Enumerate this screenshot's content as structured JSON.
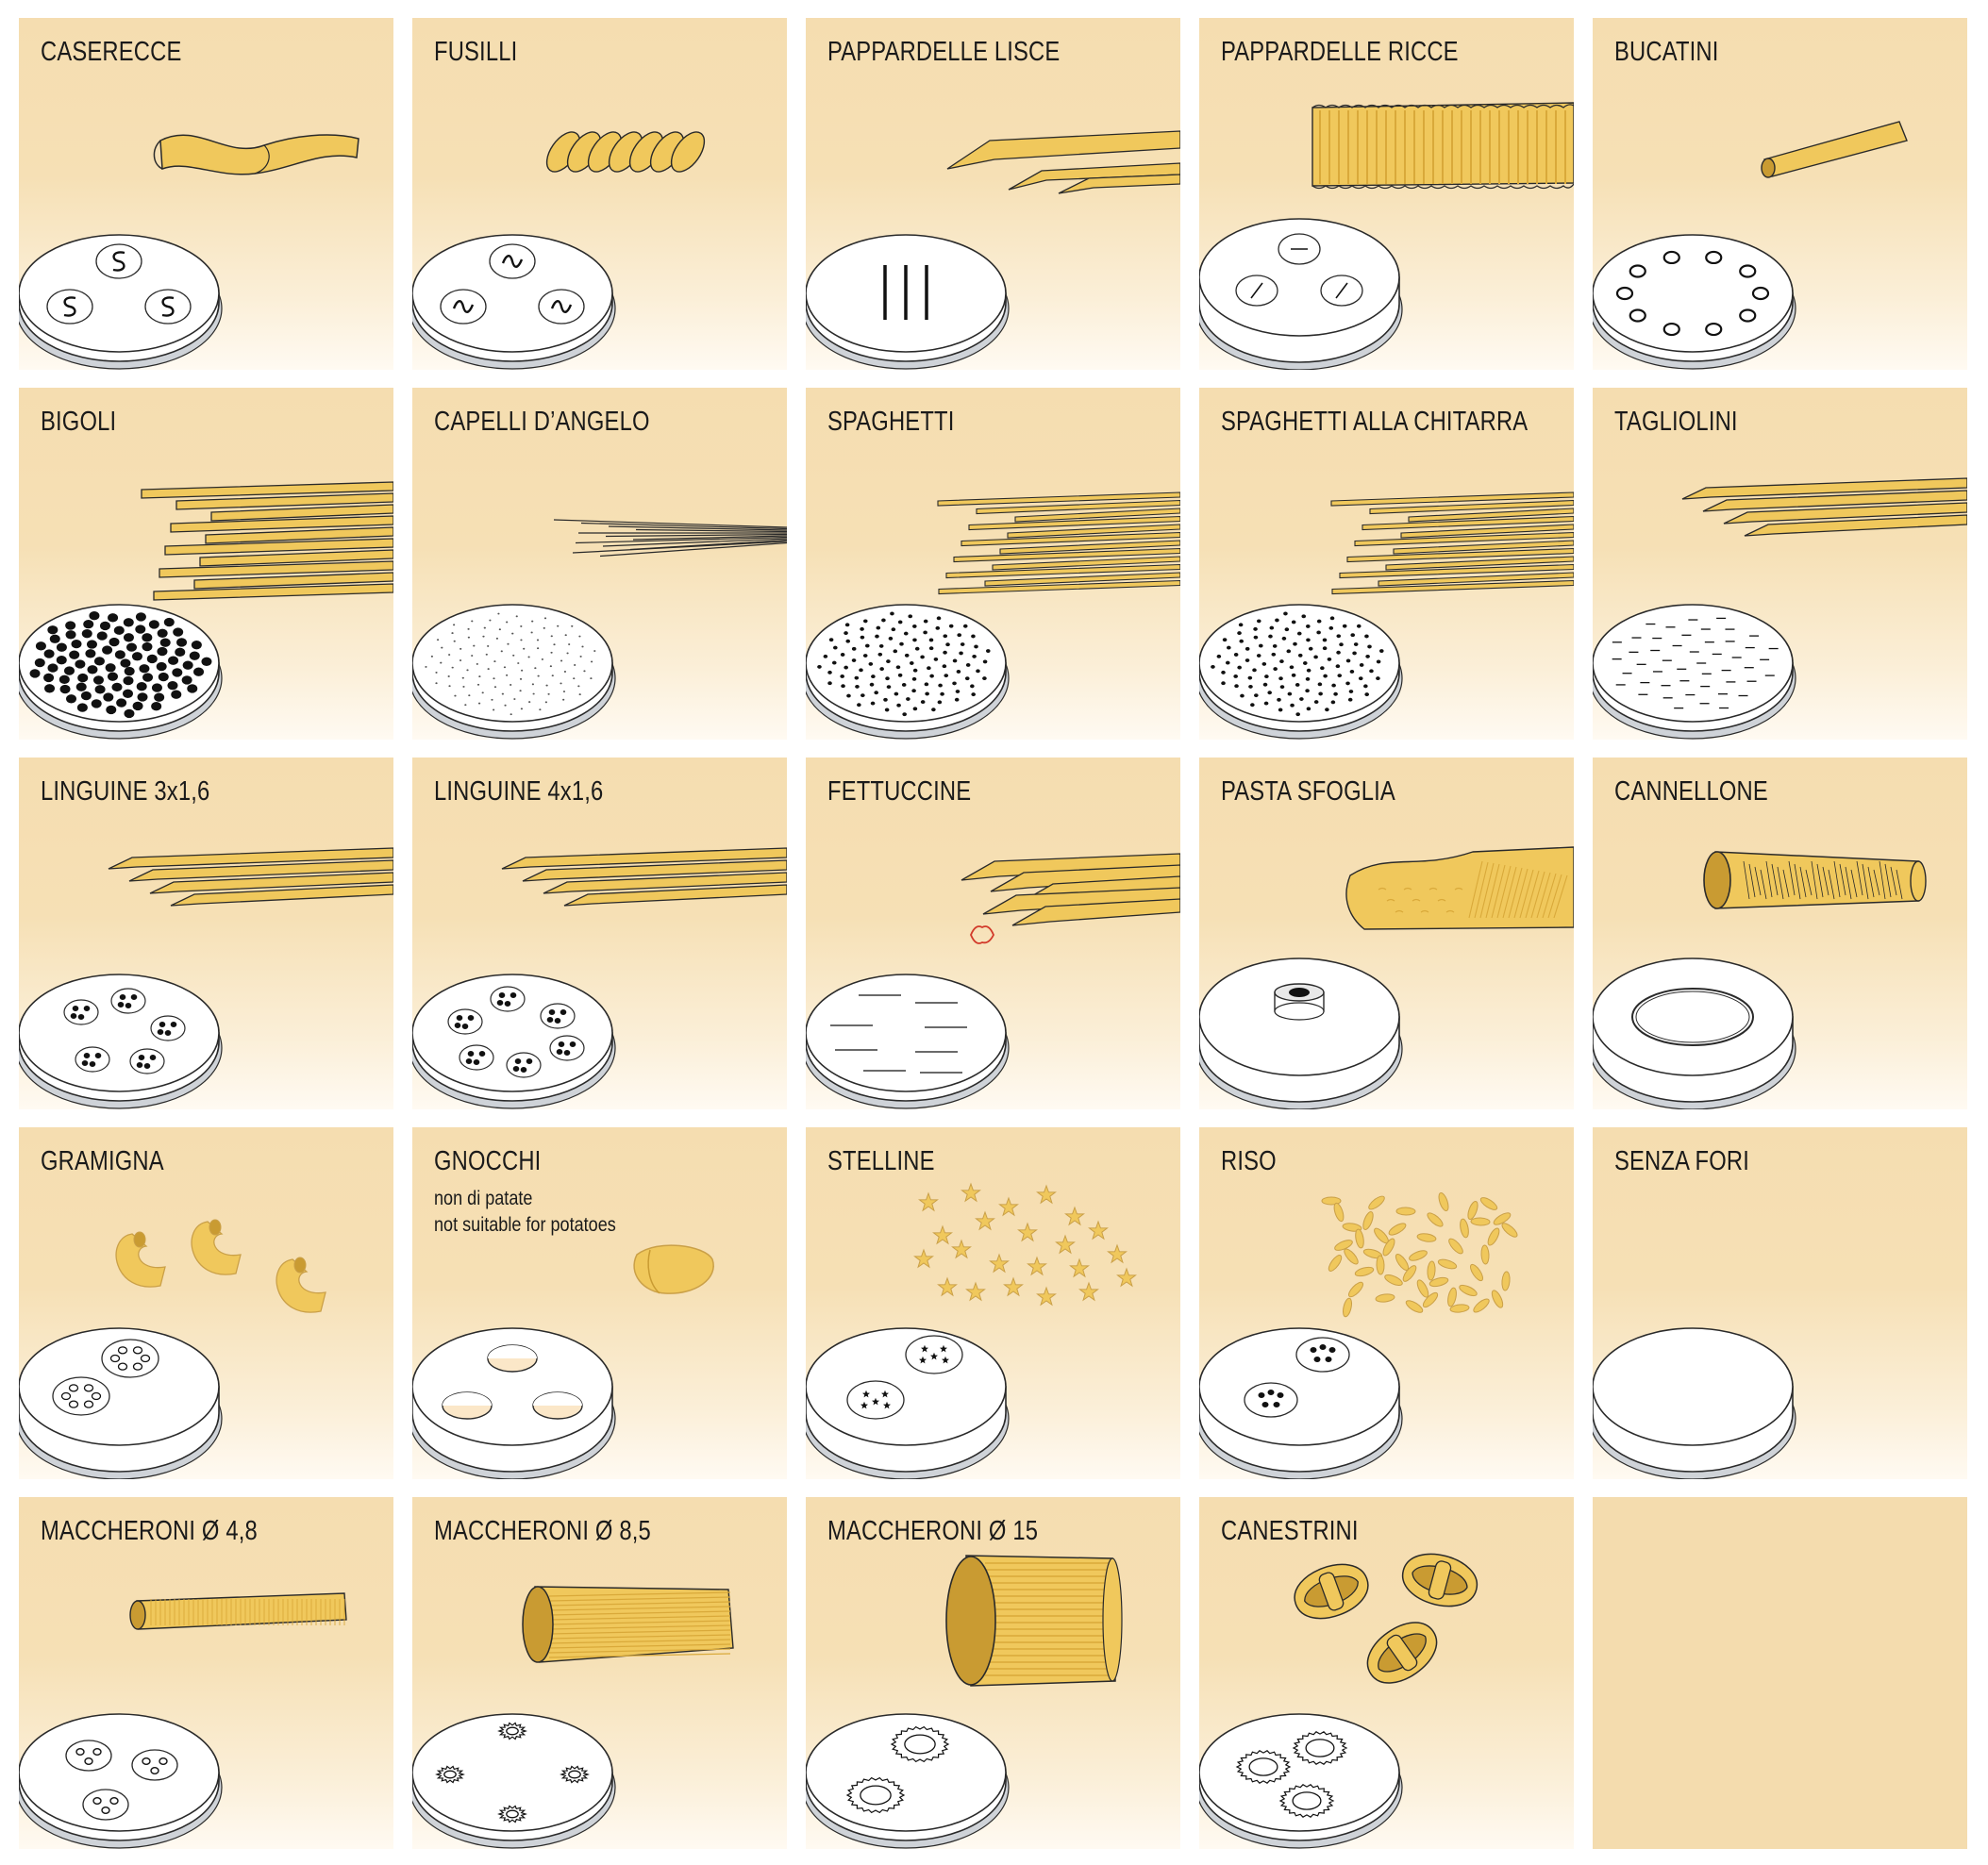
{
  "colors": {
    "background": "#f5ddb0",
    "pasta": "#f0c85c",
    "pasta_dark": "#d9a93a",
    "die": "#ffffff",
    "die_rim": "#cfd3d8",
    "outline": "#2a2a2a",
    "hole": "#111111"
  },
  "tiles": [
    {
      "title": "CASERECCE",
      "pasta": "caserecce",
      "die": "s-slots"
    },
    {
      "title": "FUSILLI",
      "pasta": "fusilli",
      "die": "spiral-slots"
    },
    {
      "title": "PAPPARDELLE  LISCE",
      "pasta": "ribbons-wide",
      "die": "vertical-slots"
    },
    {
      "title": "PAPPARDELLE  RICCE",
      "pasta": "ricce",
      "die": "thick-three-slots"
    },
    {
      "title": "BUCATINI",
      "pasta": "bucatini",
      "die": "ring-holes"
    },
    {
      "title": "BIGOLI",
      "pasta": "strands-thick",
      "die": "big-dots"
    },
    {
      "title": "CAPELLI D’ANGELO",
      "pasta": "strands-hair",
      "die": "tiny-dots"
    },
    {
      "title": "SPAGHETTI",
      "pasta": "strands",
      "die": "small-dots"
    },
    {
      "title": "SPAGHETTI ALLA CHITARRA",
      "pasta": "strands",
      "die": "small-dots"
    },
    {
      "title": "TAGLIOLINI",
      "pasta": "flat-strands",
      "die": "dashes"
    },
    {
      "title": "LINGUINE 3x1,6",
      "pasta": "flat-strands",
      "die": "cluster-five"
    },
    {
      "title": "LINGUINE 4x1,6",
      "pasta": "flat-strands",
      "die": "cluster-six"
    },
    {
      "title": "FETTUCCINE",
      "pasta": "ribbons",
      "die": "long-dashes"
    },
    {
      "title": "PASTA SFOGLIA",
      "pasta": "sheet",
      "die": "sfoglia"
    },
    {
      "title": "CANNELLONE",
      "pasta": "cannellone",
      "die": "ring-plate"
    },
    {
      "title": "GRAMIGNA",
      "pasta": "gramigna",
      "die": "gramigna"
    },
    {
      "title": "GNOCCHI",
      "subtitle": [
        "non di patate",
        "not suitable for potatoes"
      ],
      "pasta": "gnocco",
      "die": "three-holes"
    },
    {
      "title": "STELLINE",
      "pasta": "stars",
      "die": "star-clusters"
    },
    {
      "title": "RISO",
      "pasta": "rice",
      "die": "rice-clusters"
    },
    {
      "title": "SENZA FORI",
      "pasta": "none",
      "die": "blank"
    },
    {
      "title": "MACCHERONI  Ø 4,8",
      "pasta": "macc-small",
      "die": "macc-small"
    },
    {
      "title": "MACCHERONI  Ø 8,5",
      "pasta": "macc-mid",
      "die": "macc-mid"
    },
    {
      "title": "MACCHERONI  Ø 15",
      "pasta": "macc-big",
      "die": "macc-big"
    },
    {
      "title": "CANESTRINI",
      "pasta": "canestrini",
      "die": "canestrini"
    },
    {
      "title": "",
      "pasta": "none",
      "die": "none"
    }
  ]
}
